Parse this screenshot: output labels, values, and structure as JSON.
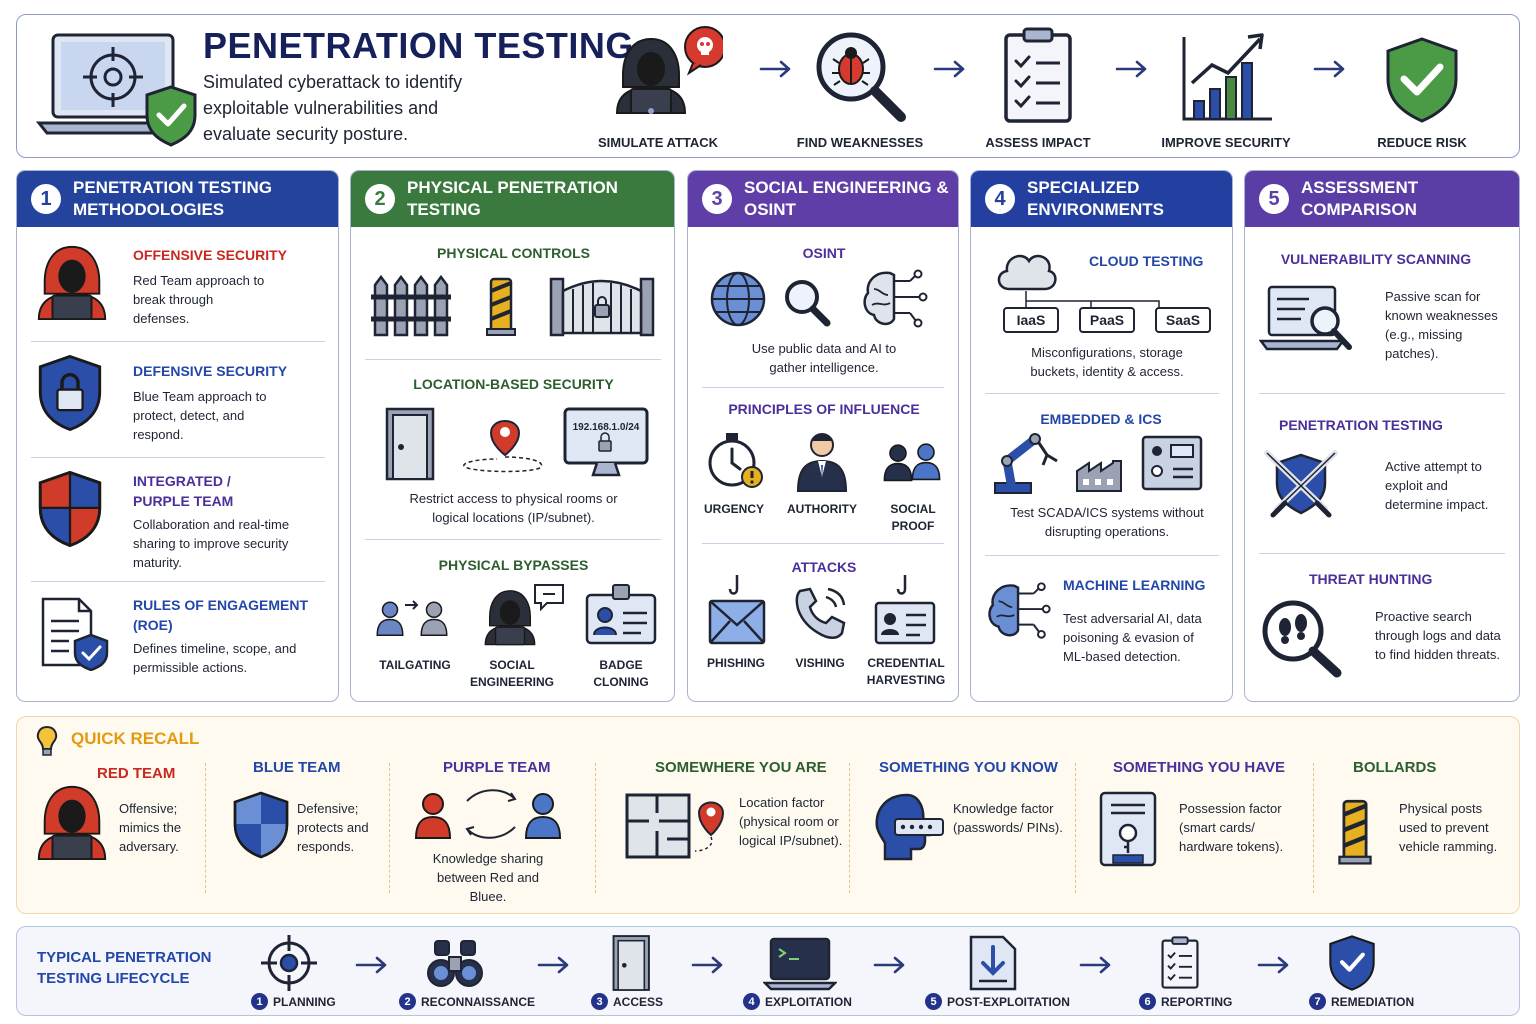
{
  "header": {
    "title": "PENETRATION TESTING",
    "subtitle": "Simulated cyberattack to identify exploitable vulnerabilities and evaluate security posture.",
    "steps": [
      {
        "label": "SIMULATE ATTACK",
        "icon": "hacker-icon"
      },
      {
        "label": "FIND WEAKNESSES",
        "icon": "bug-magnifier-icon"
      },
      {
        "label": "ASSESS IMPACT",
        "icon": "checklist-icon"
      },
      {
        "label": "IMPROVE SECURITY",
        "icon": "growth-chart-icon"
      },
      {
        "label": "REDUCE RISK",
        "icon": "shield-check-icon"
      }
    ]
  },
  "panels": {
    "p1": {
      "num": "1",
      "title": "PENETRATION TESTING METHODOLOGIES",
      "items": [
        {
          "title": "OFFENSIVE SECURITY",
          "desc": "Red Team approach to break through defenses."
        },
        {
          "title": "DEFENSIVE SECURITY",
          "desc": "Blue Team approach to protect, detect, and respond."
        },
        {
          "title": "INTEGRATED / PURPLE TEAM",
          "desc": "Collaboration and real-time sharing to improve security maturity."
        },
        {
          "title": "RULES OF ENGAGEMENT (RoE)",
          "desc": "Defines timeline, scope, and permissible actions."
        }
      ]
    },
    "p2": {
      "num": "2",
      "title": "PHYSICAL PENETRATION TESTING",
      "controls_title": "PHYSICAL CONTROLS",
      "location_title": "LOCATION-BASED SECURITY",
      "location_ip": "192.168.1.0/24",
      "location_desc": "Restrict access to physical rooms or logical locations (IP/subnet).",
      "bypass_title": "PHYSICAL BYPASSES",
      "bypasses": [
        "TAILGATING",
        "SOCIAL ENGINEERING",
        "BADGE CLONING"
      ]
    },
    "p3": {
      "num": "3",
      "title": "SOCIAL ENGINEERING & OSINT",
      "osint_title": "OSINT",
      "osint_desc": "Use public data and AI to gather intelligence.",
      "influence_title": "PRINCIPLES OF INFLUENCE",
      "influence": [
        "URGENCY",
        "AUTHORITY",
        "SOCIAL PROOF"
      ],
      "attacks_title": "ATTACKS",
      "attacks": [
        "PHISHING",
        "VISHING",
        "CREDENTIAL HARVESTING"
      ]
    },
    "p4": {
      "num": "4",
      "title": "SPECIALIZED ENVIRONMENTS",
      "cloud_title": "CLOUD TESTING",
      "cloud_models": [
        "IaaS",
        "PaaS",
        "SaaS"
      ],
      "cloud_desc": "Misconfigurations, storage buckets, identity & access.",
      "ics_title": "EMBEDDED & ICS",
      "ics_desc": "Test SCADA/ICS systems without disrupting operations.",
      "ml_title": "MACHINE LEARNING",
      "ml_desc": "Test adversarial AI, data poisoning & evasion of ML-based detection."
    },
    "p5": {
      "num": "5",
      "title": "ASSESSMENT COMPARISON",
      "items": [
        {
          "title": "VULNERABILITY SCANNING",
          "desc": "Passive scan for known weaknesses (e.g., missing patches)."
        },
        {
          "title": "PENETRATION TESTING",
          "desc": "Active attempt to exploit and determine impact."
        },
        {
          "title": "THREAT HUNTING",
          "desc": "Proactive search through logs and data to find hidden threats."
        }
      ]
    }
  },
  "recall": {
    "title": "QUICK RECALL",
    "items": [
      {
        "title": "RED TEAM",
        "desc": "Offensive; mimics the adversary."
      },
      {
        "title": "BLUE TEAM",
        "desc": "Defensive; protects and responds."
      },
      {
        "title": "PURPLE TEAM",
        "desc": "Knowledge sharing between Red and Bluee."
      },
      {
        "title": "SOMEWHERE YOU ARE",
        "desc": "Location factor (physical room or logical IP/subnet)."
      },
      {
        "title": "SOMETHING YOU KNOW",
        "desc": "Knowledge factor (passwords/ PINs)."
      },
      {
        "title": "SOMETHING YOU HAVE",
        "desc": "Possession factor (smart cards/ hardware tokens)."
      },
      {
        "title": "BOLLARDS",
        "desc": "Physical posts used to prevent vehicle ramming."
      }
    ]
  },
  "lifecycle": {
    "title": "TYPICAL PENETRATION TESTING LIFECYCLE",
    "steps": [
      {
        "num": "1",
        "label": "PLANNING"
      },
      {
        "num": "2",
        "label": "RECONNAISSANCE"
      },
      {
        "num": "3",
        "label": "ACCESS"
      },
      {
        "num": "4",
        "label": "EXPLOITATION"
      },
      {
        "num": "5",
        "label": "POST-EXPLOITATION"
      },
      {
        "num": "6",
        "label": "REPORTING"
      },
      {
        "num": "7",
        "label": "REMEDIATION"
      }
    ]
  },
  "colors": {
    "navy": "#16205a",
    "blue": "#23439c",
    "green": "#3b7a3e",
    "purple": "#5f3ea8",
    "red": "#c9281e",
    "amber": "#e39a0e"
  }
}
